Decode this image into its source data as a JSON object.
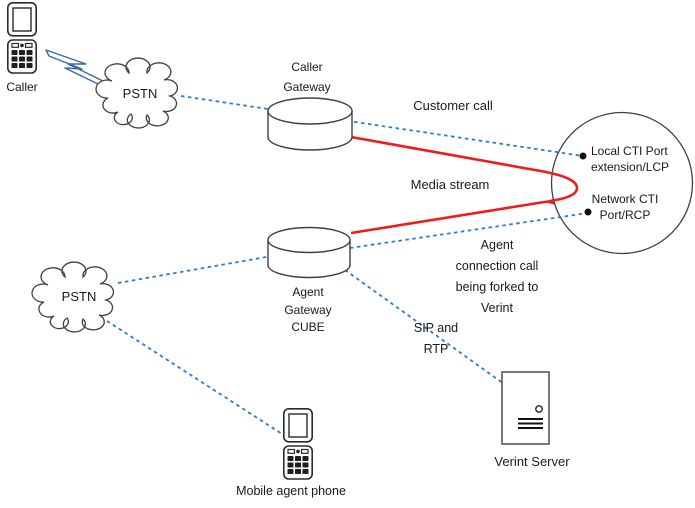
{
  "nodes": {
    "caller": "Caller",
    "pstn_top": "PSTN",
    "pstn_bottom": "PSTN",
    "caller_gateway": "Caller\nGateway",
    "agent_gateway": "Agent\nGateway\nCUBE",
    "lcp_port": "Local CTI Port\nextension/LCP",
    "rcp_port": "Network CTI\nPort/RCP",
    "verint_server": "Verint Server",
    "mobile_agent_phone": "Mobile agent phone"
  },
  "flows": {
    "customer_call": "Customer call",
    "media_stream": "Media stream",
    "agent_connection": "Agent\nconnection call\nbeing forked to\nVerint",
    "sip_rtp": "SIP and\nRTP"
  },
  "colors": {
    "link_blue": "#2b7cc9",
    "media_red": "#ee1c1c",
    "bolt_blue": "#3c6aa5",
    "shape_stroke": "#404040",
    "icon_dark": "#1f1f1f"
  }
}
